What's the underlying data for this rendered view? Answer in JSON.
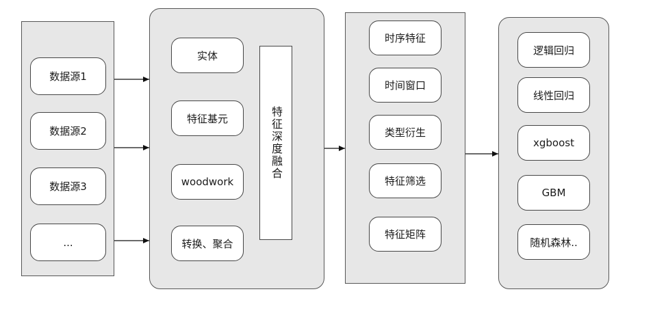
{
  "sources": [
    "数据源1",
    "数据源2",
    "数据源3",
    "..."
  ],
  "feature_eng": {
    "items": [
      "实体",
      "特征基元",
      "woodwork",
      "转换、聚合"
    ],
    "fusion": "特征深度融合"
  },
  "features": [
    "时序特征",
    "时间窗口",
    "类型衍生",
    "特征筛选",
    "特征矩阵"
  ],
  "models": [
    "逻辑回归",
    "线性回归",
    "xgboost",
    "GBM",
    "随机森林.."
  ]
}
